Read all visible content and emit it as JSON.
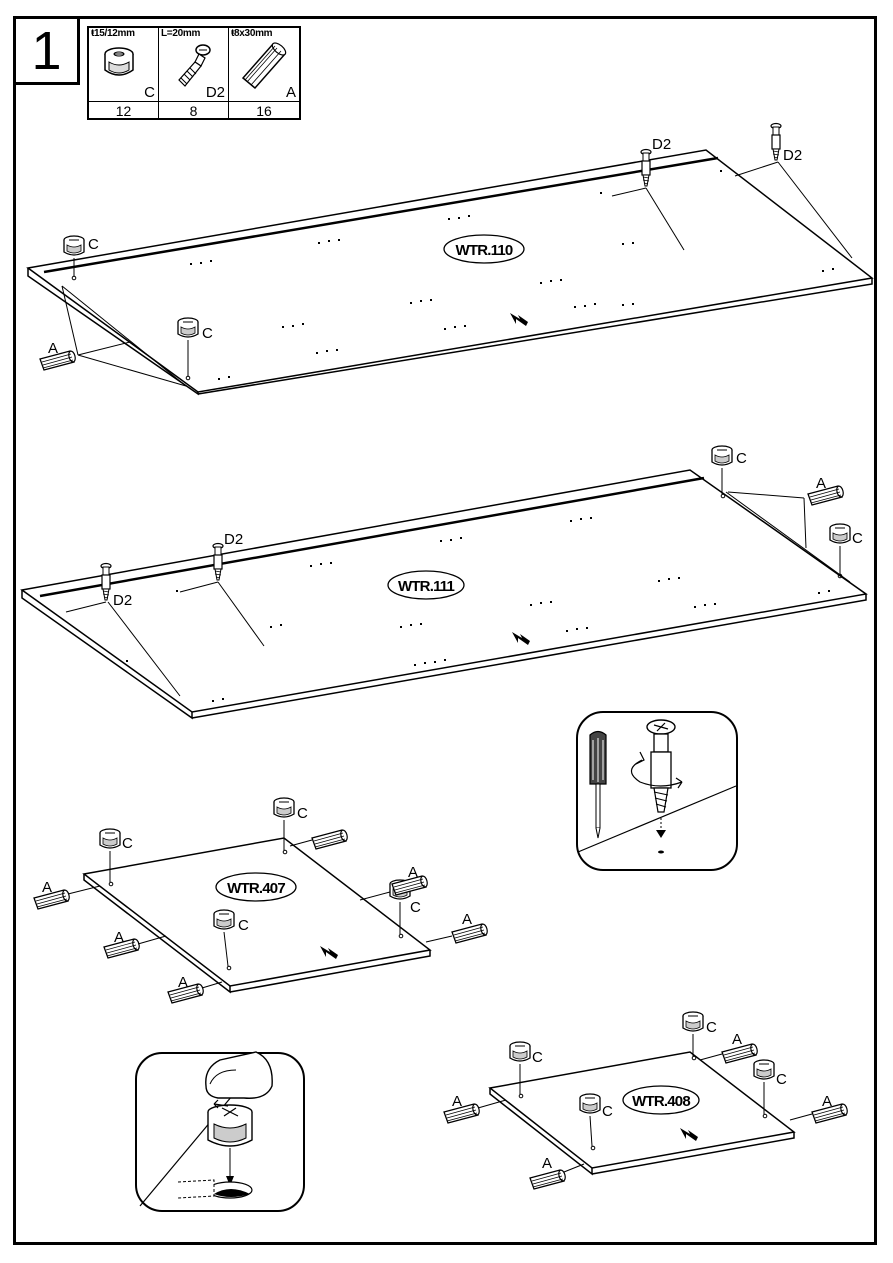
{
  "step": {
    "number": "1"
  },
  "parts": [
    {
      "spec": "ŧ15/12mm",
      "letter": "C",
      "qty": "12",
      "icon": "cam-lock-icon"
    },
    {
      "spec": "L=20mm",
      "letter": "D2",
      "qty": "8",
      "icon": "cam-bolt-icon"
    },
    {
      "spec": "ŧ8x30mm",
      "letter": "A",
      "qty": "16",
      "icon": "wooden-dowel-icon"
    }
  ],
  "panels": {
    "p110": "WTR.110",
    "p111": "WTR.111",
    "p407": "WTR.407",
    "p408": "WTR.408"
  },
  "callouts": {
    "cam": "C",
    "bolt": "D2",
    "dowel": "A"
  }
}
